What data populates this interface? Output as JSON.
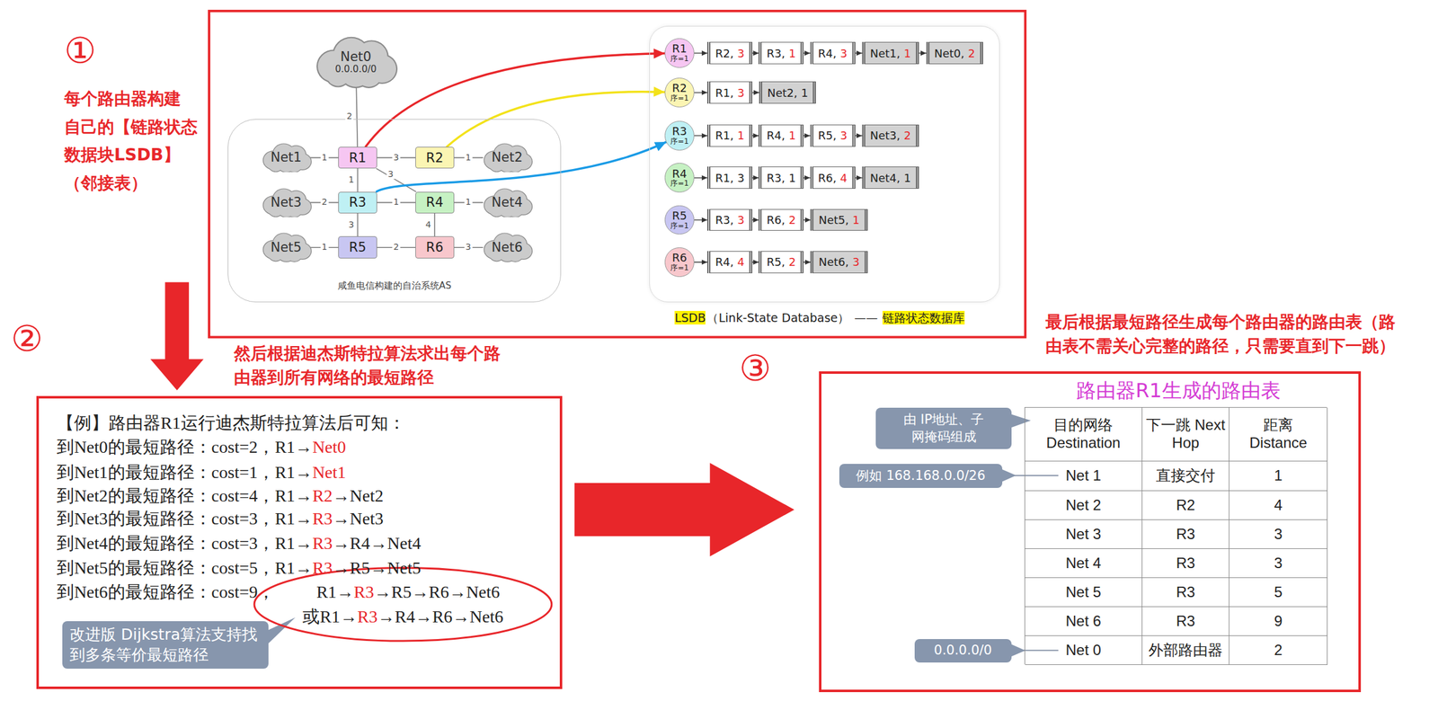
{
  "diagram": {
    "nodes": [
      {
        "text": [
          "Net0",
          "0.0.0.0/0"
        ]
      },
      {
        "text": [
          "咸鱼电信构建的自治系统AS"
        ]
      },
      {
        "text": [
          "Net1"
        ],
        "in": 1
      },
      {
        "text": [
          "R1"
        ],
        "in": 1
      },
      {
        "text": [
          "R2"
        ],
        "in": 1
      },
      {
        "text": [
          "Net2"
        ],
        "in": 1
      },
      {
        "text": [
          "Net3"
        ],
        "in": 1
      },
      {
        "text": [
          "R3"
        ],
        "in": 1
      },
      {
        "text": [
          "R4"
        ],
        "in": 1
      },
      {
        "text": [
          "Net4"
        ],
        "in": 1
      },
      {
        "text": [
          "Net5"
        ],
        "in": 1
      },
      {
        "text": [
          "R5"
        ],
        "in": 1
      },
      {
        "text": [
          "R6"
        ],
        "in": 1
      },
      {
        "text": [
          "Net6"
        ],
        "in": 1
      },
      {
        "text": [
          "LSDB",
          "（Link-State Database）",
          "——",
          "链路状态数据库"
        ]
      },
      {
        "text": [
          "R1",
          "序=1"
        ],
        "in": 14
      },
      {
        "text": [
          "R2,",
          "3"
        ],
        "in": 14
      },
      {
        "text": [
          "R3,",
          "1"
        ],
        "in": 14
      },
      {
        "text": [
          "R4,",
          "3"
        ],
        "in": 14
      },
      {
        "text": [
          "Net1,",
          "1"
        ],
        "in": 14
      },
      {
        "text": [
          "Net0,",
          "2"
        ],
        "in": 14
      },
      {
        "text": [
          "R2",
          "序=1"
        ],
        "in": 14
      },
      {
        "text": [
          "R1,",
          "3"
        ],
        "in": 14
      },
      {
        "text": [
          "Net2,",
          "1"
        ],
        "in": 14
      },
      {
        "text": [
          "R3",
          "序=1"
        ],
        "in": 14
      },
      {
        "text": [
          "R1,",
          "1"
        ],
        "in": 14
      },
      {
        "text": [
          "R4,",
          "1"
        ],
        "in": 14
      },
      {
        "text": [
          "R5,",
          "3"
        ],
        "in": 14
      },
      {
        "text": [
          "Net3,",
          "2"
        ],
        "in": 14
      },
      {
        "text": [
          "R4",
          "序=1"
        ],
        "in": 14
      },
      {
        "text": [
          "R1,",
          "3"
        ],
        "in": 14
      },
      {
        "text": [
          "R3,",
          "1"
        ],
        "in": 14
      },
      {
        "text": [
          "R6,",
          "4"
        ],
        "in": 14
      },
      {
        "text": [
          "Net4,",
          "1"
        ],
        "in": 14
      },
      {
        "text": [
          "R5",
          "序=1"
        ],
        "in": 14
      },
      {
        "text": [
          "R3,",
          "3"
        ],
        "in": 14
      },
      {
        "text": [
          "R6,",
          "2"
        ],
        "in": 14
      },
      {
        "text": [
          "Net5,",
          "1"
        ],
        "in": 14
      },
      {
        "text": [
          "R6",
          "序=1"
        ],
        "in": 14
      },
      {
        "text": [
          "R4,",
          "4"
        ],
        "in": 14
      },
      {
        "text": [
          "R5,",
          "2"
        ],
        "in": 14
      },
      {
        "text": [
          "Net6,",
          "3"
        ],
        "in": 14
      },
      {
        "text": [
          "【例】路由器R1运行迪杰斯特拉算法后可知：",
          "到Net0的最短路径：cost=2，R1→",
          "Net0",
          "到Net1的最短路径：cost=1，R1→",
          "Net1",
          "到Net2的最短路径：cost=4，R1→",
          "R2",
          "→Net2",
          "到Net3的最短路径：cost=3，R1→",
          "R3",
          "→Net3",
          "到Net4的最短路径：cost=3，R1→",
          "R3",
          "→R4→Net4",
          "到Net5的最短路径：cost=5，R1→",
          "R3",
          "→R5→Net5",
          "到Net6的最短路径：cost=9，",
          "R1→",
          "R3",
          "→R5→R6→Net6",
          "或R1→",
          "R3",
          "→R4→R6→Net6"
        ]
      },
      {
        "text": [
          "改进版 Dijkstra算法支持找到多条等价最短路径"
        ],
        "in": 42
      },
      {
        "text": [
          "路由器R1生成的路由表"
        ]
      },
      {
        "text": [
          "由 IP地址、子网掩码组成"
        ],
        "in": 44
      },
      {
        "text": [
          "例如 168.168.0.0/26"
        ],
        "in": 44
      },
      {
        "text": [
          "0.0.0.0/0"
        ],
        "in": 44
      },
      {
        "text": [
          "目的网络 Destination",
          "下一跳 Next Hop",
          "距离 Distance",
          "Net 1",
          "直接交付",
          "1",
          "Net 2",
          "R2",
          "4",
          "Net 3",
          "R3",
          "3",
          "Net 4",
          "R3",
          "3",
          "Net 5",
          "R3",
          "5",
          "Net 6",
          "R3",
          "9",
          "Net 0",
          "外部路由器",
          "2"
        ],
        "in": 44
      }
    ],
    "edges": [
      {
        "from": 0,
        "to": 3,
        "arrow": "none",
        "label": "2"
      },
      {
        "from": 2,
        "to": 3,
        "arrow": "none",
        "label": "1"
      },
      {
        "from": 3,
        "to": 4,
        "arrow": "none",
        "label": "3"
      },
      {
        "from": 4,
        "to": 5,
        "arrow": "none",
        "label": "1"
      },
      {
        "from": 3,
        "to": 7,
        "arrow": "none",
        "label": "1"
      },
      {
        "from": 3,
        "to": 8,
        "arrow": "none",
        "label": "3"
      },
      {
        "from": 6,
        "to": 7,
        "arrow": "none",
        "label": "2"
      },
      {
        "from": 7,
        "to": 8,
        "arrow": "none",
        "label": "1"
      },
      {
        "from": 8,
        "to": 9,
        "arrow": "none",
        "label": "1"
      },
      {
        "from": 7,
        "to": 11,
        "arrow": "none",
        "label": "3"
      },
      {
        "from": 8,
        "to": 12,
        "arrow": "none",
        "label": "4"
      },
      {
        "from": 10,
        "to": 11,
        "arrow": "none",
        "label": "1"
      },
      {
        "from": 11,
        "to": 12,
        "arrow": "none",
        "label": "2"
      },
      {
        "from": 12,
        "to": 13,
        "arrow": "none",
        "label": "3"
      },
      {
        "from": 3,
        "to": 15,
        "arrow": "to"
      },
      {
        "from": 4,
        "to": 21,
        "arrow": "to"
      },
      {
        "from": 7,
        "to": 24,
        "arrow": "to"
      },
      {
        "from": 15,
        "to": 16,
        "arrow": "to"
      },
      {
        "from": 16,
        "to": 17,
        "arrow": "to"
      },
      {
        "from": 17,
        "to": 18,
        "arrow": "to"
      },
      {
        "from": 18,
        "to": 19,
        "arrow": "to"
      },
      {
        "from": 19,
        "to": 20,
        "arrow": "to"
      },
      {
        "from": 21,
        "to": 22,
        "arrow": "to"
      },
      {
        "from": 22,
        "to": 23,
        "arrow": "to"
      },
      {
        "from": 24,
        "to": 25,
        "arrow": "to"
      },
      {
        "from": 25,
        "to": 26,
        "arrow": "to"
      },
      {
        "from": 26,
        "to": 27,
        "arrow": "to"
      },
      {
        "from": 27,
        "to": 28,
        "arrow": "to"
      },
      {
        "from": 29,
        "to": 30,
        "arrow": "to"
      },
      {
        "from": 30,
        "to": 31,
        "arrow": "to"
      },
      {
        "from": 31,
        "to": 32,
        "arrow": "to"
      },
      {
        "from": 32,
        "to": 33,
        "arrow": "to"
      },
      {
        "from": 34,
        "to": 35,
        "arrow": "to"
      },
      {
        "from": 35,
        "to": 36,
        "arrow": "to"
      },
      {
        "from": 36,
        "to": 37,
        "arrow": "to"
      },
      {
        "from": 38,
        "to": 39,
        "arrow": "to"
      },
      {
        "from": 39,
        "to": 40,
        "arrow": "to"
      },
      {
        "from": 40,
        "to": 41,
        "arrow": "to"
      },
      {
        "from": 42,
        "to": 44,
        "arrow": "to"
      }
    ],
    "labels": [
      "①",
      "每个路由器构建 自己的【链路状态 数据块LSDB】 （邻接表）",
      "②",
      "然后根据迪杰斯特拉算法求出每个路 由器到所有网络的最短路径",
      "③",
      "最后根据最短路径生成每个路由器的路由表（路 由表不需关心完整的路径，只需要直到下一跳）"
    ]
  }
}
